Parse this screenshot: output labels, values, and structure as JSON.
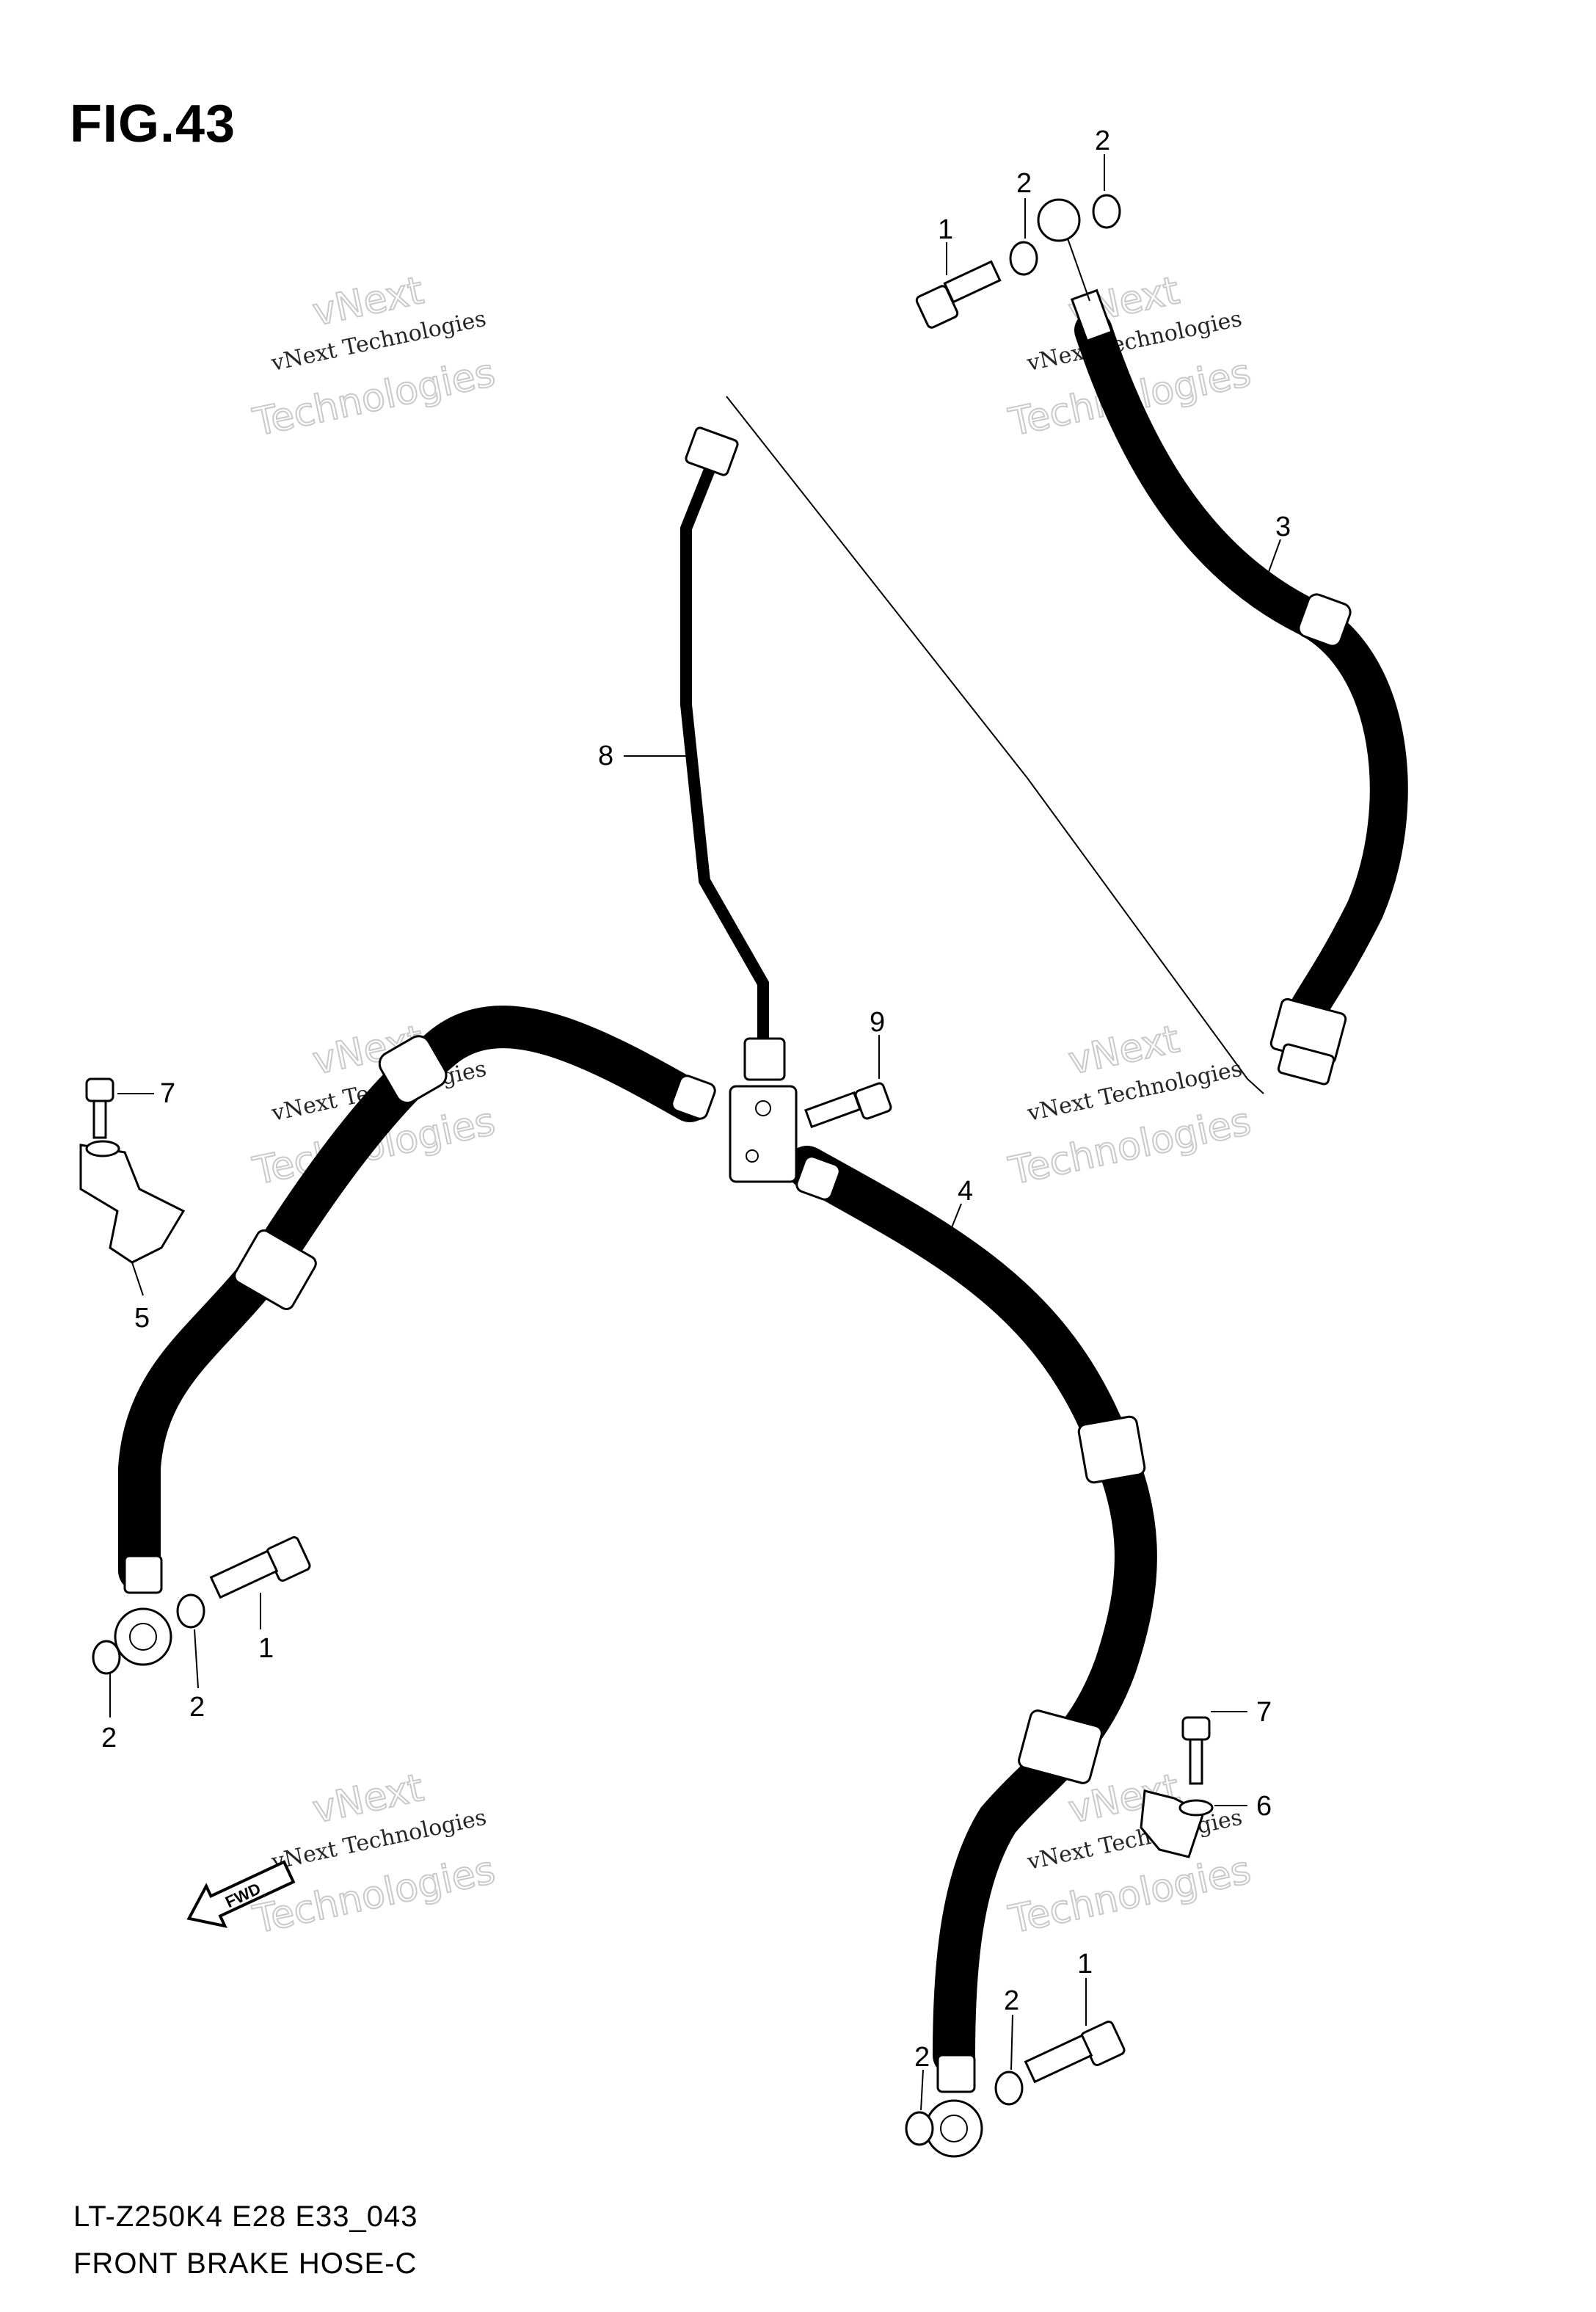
{
  "figure": {
    "title": "FIG.43",
    "model_code": "LT-Z250K4 E28 E33_043",
    "name": "FRONT BRAKE HOSE-C"
  },
  "watermark": {
    "line1": "vNext",
    "line2": "vNext Technologies",
    "line3": "Technologies"
  },
  "fwd_label": "FWD",
  "callouts": [
    "1",
    "2",
    "2",
    "3",
    "8",
    "9",
    "7",
    "5",
    "4",
    "1",
    "2",
    "2",
    "7",
    "6",
    "2",
    "2",
    "1"
  ]
}
